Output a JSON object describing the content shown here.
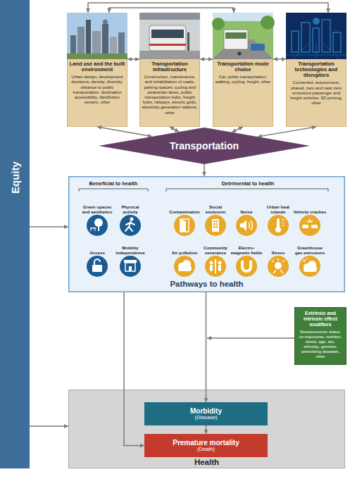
{
  "diagram": {
    "nodes": [
      {
        "text": [
          "Equity"
        ]
      },
      {
        "text": [
          "Land use and the built environment",
          "Urban design, development decisions, density, diversity, distance to public transportation, destination accessibility, distribution centers, other"
        ]
      },
      {
        "text": [
          "Transportation infrastructure",
          "Construction, maintenance, and rehabilitation of roads, parking spaces, cycling and pedestrian lanes, public transportation hubs, freight hubs, railways, electric grids, electricity generation stations, other"
        ]
      },
      {
        "text": [
          "Transportation mode choice",
          "Car, public transportation, walking, cycling, freight, other"
        ]
      },
      {
        "text": [
          "Transportation technologies and disruptors",
          "Connected, autonomous, shared, zero and near zero emissions passenger and freight vehicles; 3D printing; other"
        ]
      },
      {
        "text": [
          "Transportation"
        ]
      },
      {
        "text": [
          "Beneficial to health",
          "Detrimental to health",
          "Pathways to health"
        ]
      },
      {
        "text": [
          "Green spaces and aesthetics"
        ],
        "in": 6
      },
      {
        "text": [
          "Physical activity"
        ],
        "in": 6
      },
      {
        "text": [
          "Contamination"
        ],
        "in": 6
      },
      {
        "text": [
          "Social exclusion"
        ],
        "in": 6
      },
      {
        "text": [
          "Noise"
        ],
        "in": 6
      },
      {
        "text": [
          "Urban heat islands"
        ],
        "in": 6
      },
      {
        "text": [
          "Vehicle crashes"
        ],
        "in": 6
      },
      {
        "text": [
          "Access"
        ],
        "in": 6
      },
      {
        "text": [
          "Mobility independence"
        ],
        "in": 6
      },
      {
        "text": [
          "Air pollution"
        ],
        "in": 6
      },
      {
        "text": [
          "Community severance"
        ],
        "in": 6
      },
      {
        "text": [
          "Electro-magnetic fields"
        ],
        "in": 6
      },
      {
        "text": [
          "Stress"
        ],
        "in": 6
      },
      {
        "text": [
          "Greenhouse gas emissions"
        ],
        "in": 6
      },
      {
        "text": [
          "Extrinsic and intrinsic effect modifiers",
          "Socioeconomic status, co-exposures, nutrition, stress, age, sex, ethnicity, genetics, preexisting diseases, other"
        ]
      },
      {
        "text": [
          "Health"
        ]
      },
      {
        "text": [
          "Morbidity",
          "(Disease)"
        ],
        "in": 22
      },
      {
        "text": [
          "Premature mortality",
          "(Death)"
        ],
        "in": 22
      }
    ],
    "edges": [
      {
        "from": 1,
        "to": 2,
        "arrow": "both"
      },
      {
        "from": 2,
        "to": 3,
        "arrow": "both"
      },
      {
        "from": 3,
        "to": 4,
        "arrow": "both"
      },
      {
        "from": 1,
        "to": 3,
        "arrow": "both"
      },
      {
        "from": 1,
        "to": 4,
        "arrow": "both"
      },
      {
        "from": 1,
        "to": 5,
        "arrow": "both"
      },
      {
        "from": 2,
        "to": 5,
        "arrow": "both"
      },
      {
        "from": 3,
        "to": 5,
        "arrow": "both"
      },
      {
        "from": 4,
        "to": 5,
        "arrow": "both"
      },
      {
        "from": 5,
        "to": 6,
        "arrow": "to"
      },
      {
        "from": 0,
        "to": 6,
        "arrow": "to"
      },
      {
        "from": 0,
        "to": 22,
        "arrow": "to"
      },
      {
        "from": 6,
        "to": 23,
        "arrow": "to"
      },
      {
        "from": 6,
        "to": 24,
        "arrow": "to"
      },
      {
        "from": 23,
        "to": 24,
        "arrow": "to"
      }
    ]
  }
}
